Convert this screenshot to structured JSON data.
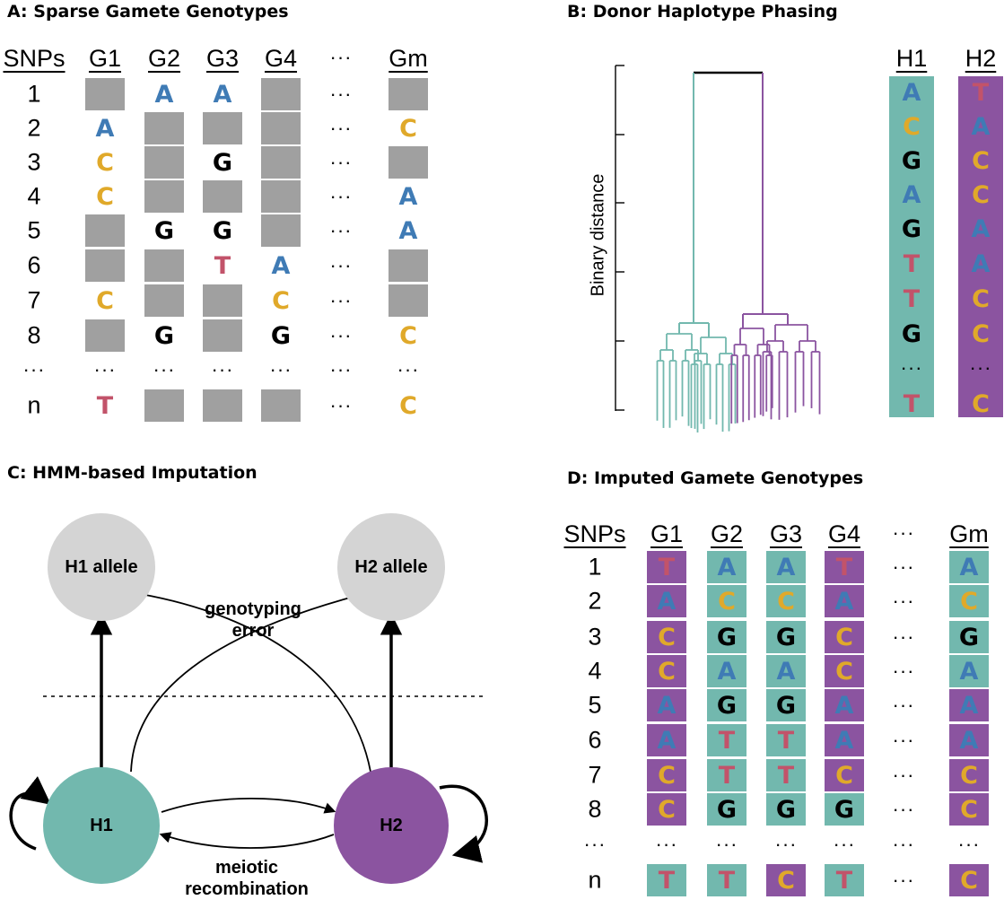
{
  "colors": {
    "A": "#3f7bb5",
    "C": "#e0a92a",
    "G": "#000000",
    "T": "#c2536a",
    "missing": "#a0a0a0",
    "h1": "#72b8ae",
    "h2": "#8b54a0",
    "node_gray": "#d4d4d4"
  },
  "panel_a": {
    "title": "A:  Sparse Gamete Genotypes",
    "snps_header": "SNPs",
    "columns": [
      "G1",
      "G2",
      "G3",
      "G4",
      "···",
      "Gm"
    ],
    "row_labels": [
      "1",
      "2",
      "3",
      "4",
      "5",
      "6",
      "7",
      "8",
      "···",
      "n"
    ],
    "cells": [
      [
        "-",
        "A",
        "A",
        "-",
        "···",
        "-"
      ],
      [
        "A",
        "-",
        "-",
        "-",
        "···",
        "C"
      ],
      [
        "C",
        "-",
        "G",
        "-",
        "···",
        "-"
      ],
      [
        "C",
        "-",
        "-",
        "-",
        "···",
        "A"
      ],
      [
        "-",
        "G",
        "G",
        "-",
        "···",
        "A"
      ],
      [
        "-",
        "-",
        "T",
        "A",
        "···",
        "-"
      ],
      [
        "C",
        "-",
        "-",
        "C",
        "···",
        "-"
      ],
      [
        "-",
        "G",
        "-",
        "G",
        "···",
        "C"
      ],
      [
        "···",
        "···",
        "···",
        "···",
        "···",
        "···"
      ],
      [
        "T",
        "-",
        "-",
        "-",
        "···",
        "C"
      ]
    ]
  },
  "panel_b": {
    "title": "B:  Donor Haplotype Phasing",
    "ylabel": "Binary distance",
    "haplotypes": [
      {
        "name": "H1",
        "alleles": [
          "A",
          "C",
          "G",
          "A",
          "G",
          "T",
          "T",
          "G",
          "···",
          "T"
        ]
      },
      {
        "name": "H2",
        "alleles": [
          "T",
          "A",
          "C",
          "C",
          "A",
          "A",
          "C",
          "C",
          "···",
          "C"
        ]
      }
    ]
  },
  "panel_c": {
    "title": "C:  HMM-based Imputation",
    "nodes": {
      "h1_allele": "H1 allele",
      "h2_allele": "H2 allele",
      "h1": "H1",
      "h2": "H2"
    },
    "edge_labels": {
      "error": [
        "genotyping",
        "error"
      ],
      "recomb": [
        "meiotic",
        "recombination"
      ]
    }
  },
  "panel_d": {
    "title": "D:  Imputed Gamete Genotypes",
    "snps_header": "SNPs",
    "columns": [
      "G1",
      "G2",
      "G3",
      "G4",
      "···",
      "Gm"
    ],
    "row_labels": [
      "1",
      "2",
      "3",
      "4",
      "5",
      "6",
      "7",
      "8",
      "···",
      "n"
    ],
    "cells": [
      [
        "T",
        "A",
        "A",
        "T",
        "···",
        "A"
      ],
      [
        "A",
        "C",
        "C",
        "A",
        "···",
        "C"
      ],
      [
        "C",
        "G",
        "G",
        "C",
        "···",
        "G"
      ],
      [
        "C",
        "A",
        "A",
        "C",
        "···",
        "A"
      ],
      [
        "A",
        "G",
        "G",
        "A",
        "···",
        "A"
      ],
      [
        "A",
        "T",
        "T",
        "A",
        "···",
        "A"
      ],
      [
        "C",
        "T",
        "T",
        "C",
        "···",
        "C"
      ],
      [
        "C",
        "G",
        "G",
        "G",
        "···",
        "C"
      ],
      [
        "···",
        "···",
        "···",
        "···",
        "···",
        "···"
      ],
      [
        "T",
        "T",
        "C",
        "T",
        "···",
        "C"
      ]
    ],
    "haplotype_of_cell": [
      [
        "h2",
        "h1",
        "h1",
        "h2",
        "",
        "h1"
      ],
      [
        "h2",
        "h1",
        "h1",
        "h2",
        "",
        "h1"
      ],
      [
        "h2",
        "h1",
        "h1",
        "h2",
        "",
        "h1"
      ],
      [
        "h2",
        "h1",
        "h1",
        "h2",
        "",
        "h1"
      ],
      [
        "h2",
        "h1",
        "h1",
        "h2",
        "",
        "h2"
      ],
      [
        "h2",
        "h1",
        "h1",
        "h2",
        "",
        "h2"
      ],
      [
        "h2",
        "h1",
        "h1",
        "h2",
        "",
        "h2"
      ],
      [
        "h2",
        "h1",
        "h1",
        "h1",
        "",
        "h2"
      ],
      [
        "",
        "",
        "",
        "",
        "",
        ""
      ],
      [
        "h1",
        "h1",
        "h2",
        "h1",
        "",
        "h2"
      ]
    ]
  }
}
